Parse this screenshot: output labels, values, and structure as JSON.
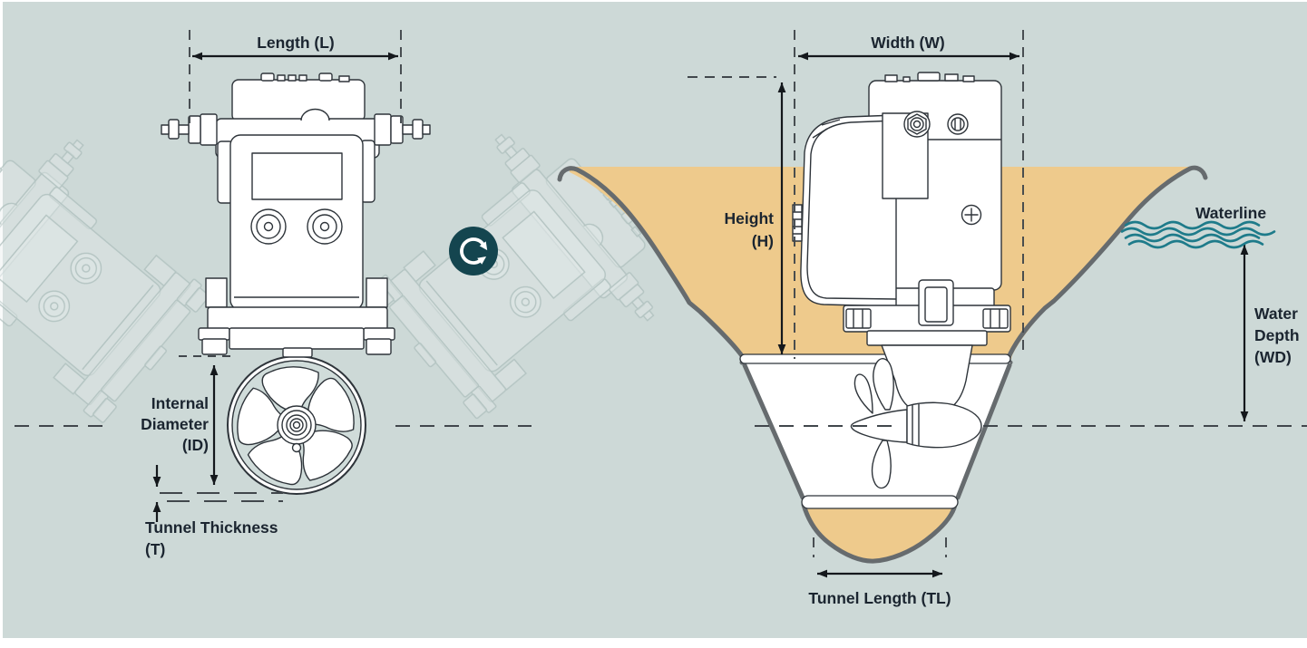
{
  "labels": {
    "length": "Length (L)",
    "width": "Width (W)",
    "height_line1": "Height",
    "height_line2": "(H)",
    "waterline": "Waterline",
    "water_depth_line1": "Water",
    "water_depth_line2": "Depth",
    "water_depth_line3": "(WD)",
    "internal_diameter_line1": "Internal",
    "internal_diameter_line2": "Diameter",
    "internal_diameter_line3": "(ID)",
    "tunnel_thickness_line1": "Tunnel Thickness",
    "tunnel_thickness_line2": "(T)",
    "tunnel_length": "Tunnel Length (TL)"
  },
  "icons": {
    "rotation": "circular-rotation-arrows"
  },
  "colors": {
    "background": "#cdd9d7",
    "hull_fill": "#eeca8c",
    "hull_outline": "#666b6e",
    "line_art": "#2e343a",
    "dimension": "#14181c",
    "dashed": "#41474c",
    "text": "#1b2530",
    "waterline": "#1e7b8a",
    "icon_bg": "#14454f",
    "icon_fg": "#ffffff"
  }
}
